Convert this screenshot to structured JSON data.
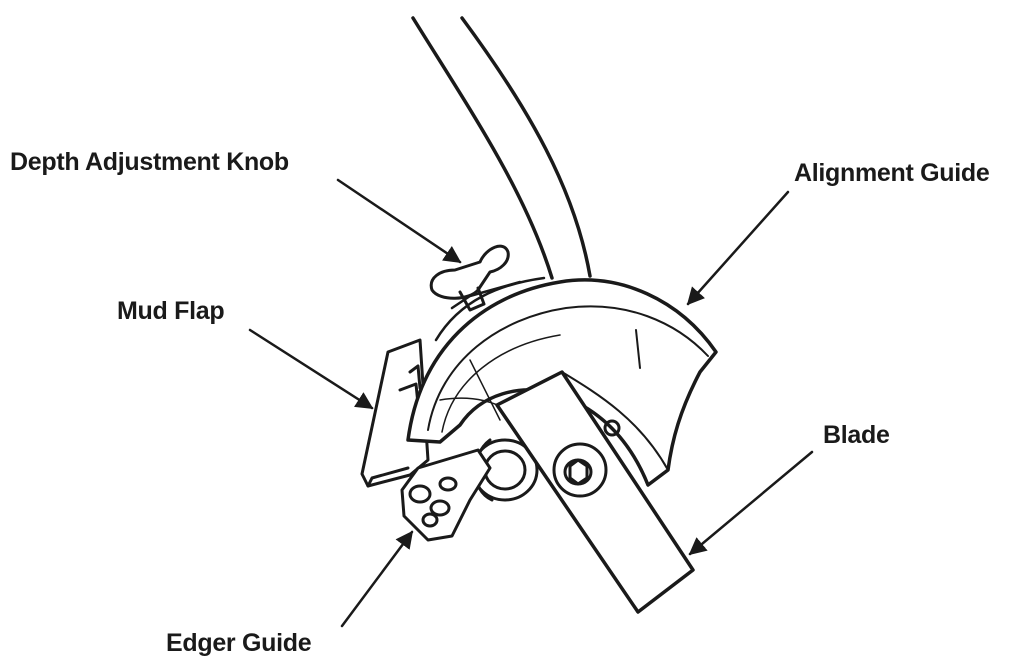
{
  "labels": {
    "depth_knob": "Depth Adjustment Knob",
    "alignment_guide": "Alignment Guide",
    "mud_flap": "Mud Flap",
    "blade": "Blade",
    "edger_guide": "Edger Guide"
  },
  "colors": {
    "ink": "#1a1a1a",
    "paper": "#ffffff"
  }
}
